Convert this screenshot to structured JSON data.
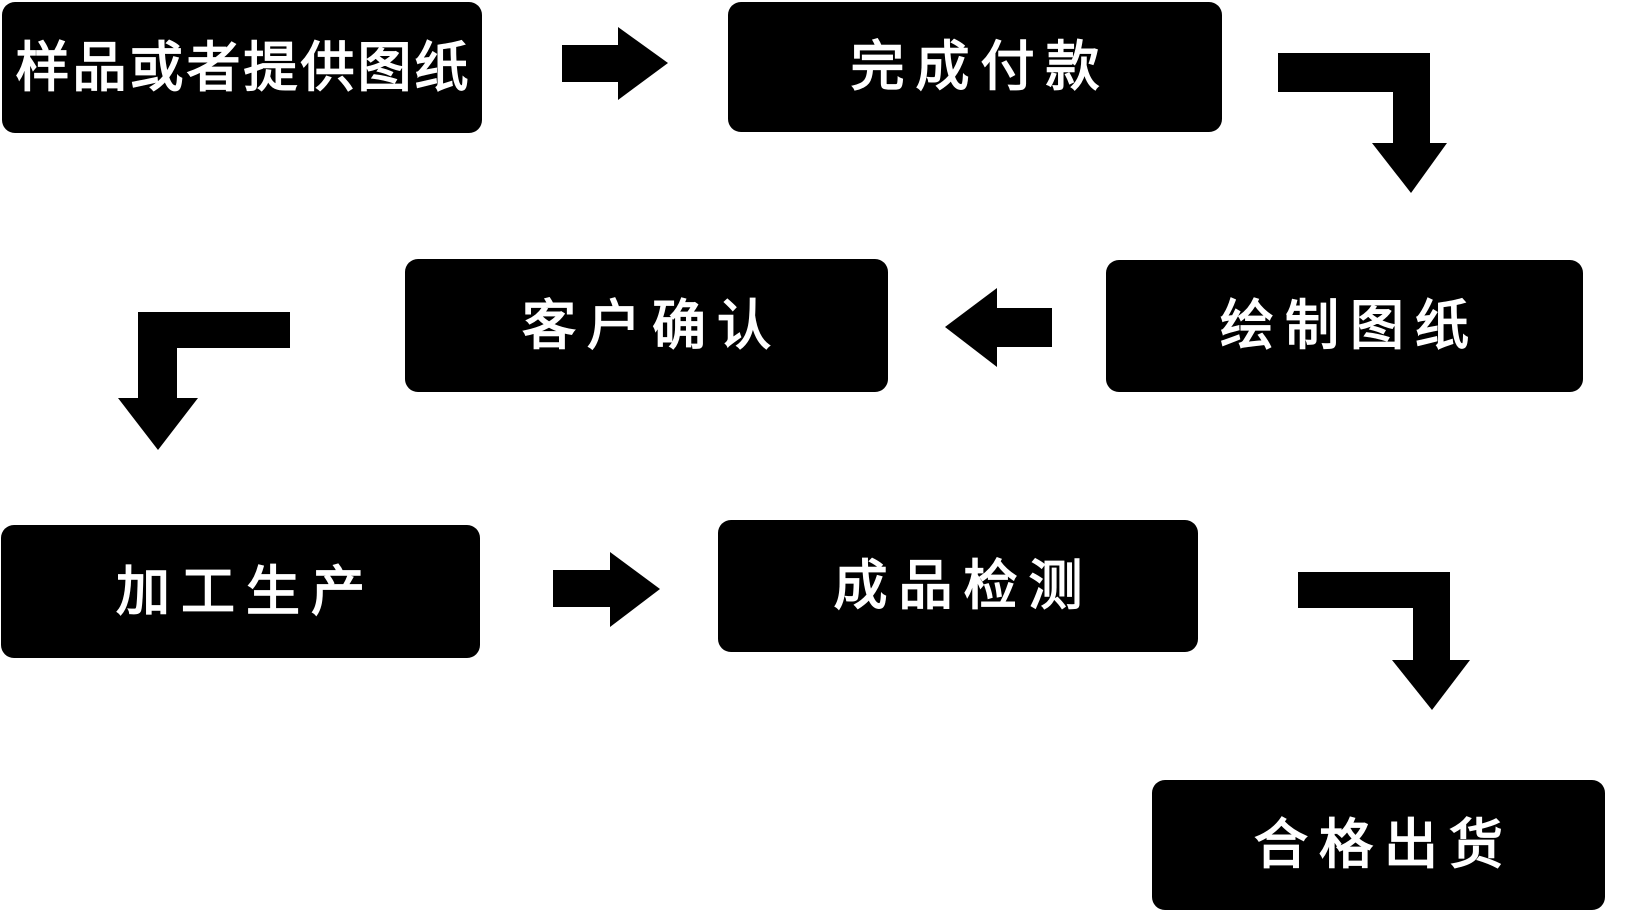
{
  "diagram": {
    "type": "flowchart",
    "colors": {
      "node_background": "#000000",
      "node_text": "#ffffff",
      "arrow": "#000000",
      "page_background": "#ffffff"
    },
    "nodes": [
      {
        "id": "node-1",
        "label": "样品或者提供图纸"
      },
      {
        "id": "node-2",
        "label": "完成付款"
      },
      {
        "id": "node-3",
        "label": "绘制图纸"
      },
      {
        "id": "node-4",
        "label": "客户确认"
      },
      {
        "id": "node-5",
        "label": "加工生产"
      },
      {
        "id": "node-6",
        "label": "成品检测"
      },
      {
        "id": "node-7",
        "label": "合格出货"
      }
    ],
    "edges": [
      {
        "from": "样品或者提供图纸",
        "to": "完成付款",
        "direction": "right"
      },
      {
        "from": "完成付款",
        "to": "绘制图纸",
        "direction": "elbow-down"
      },
      {
        "from": "绘制图纸",
        "to": "客户确认",
        "direction": "left"
      },
      {
        "from": "客户确认",
        "to": "加工生产",
        "direction": "elbow-down"
      },
      {
        "from": "加工生产",
        "to": "成品检测",
        "direction": "right"
      },
      {
        "from": "成品检测",
        "to": "合格出货",
        "direction": "elbow-down"
      }
    ]
  }
}
